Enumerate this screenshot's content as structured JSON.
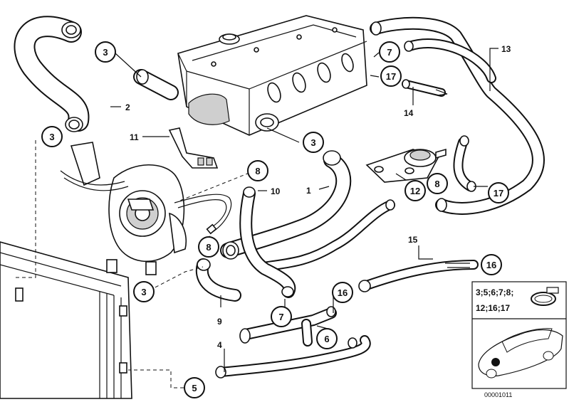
{
  "callouts": {
    "c3a": "3",
    "c3b": "3",
    "c3c": "3",
    "c3d": "3",
    "c7a": "7",
    "c7b": "7",
    "c17a": "17",
    "c17b": "17",
    "c12": "12",
    "c8a": "8",
    "c8b": "8",
    "c8c": "8",
    "c16a": "16",
    "c16b": "16",
    "c6": "6",
    "c5": "5"
  },
  "labels": {
    "l2": "2",
    "l11": "11",
    "l10": "10",
    "l1": "1",
    "l13": "13",
    "l14": "14",
    "l15": "15",
    "l9": "9",
    "l4": "4"
  },
  "inset": {
    "line1": "3;5;6;7;8;",
    "line2": "12;16;17"
  },
  "footer_code": "00001011"
}
